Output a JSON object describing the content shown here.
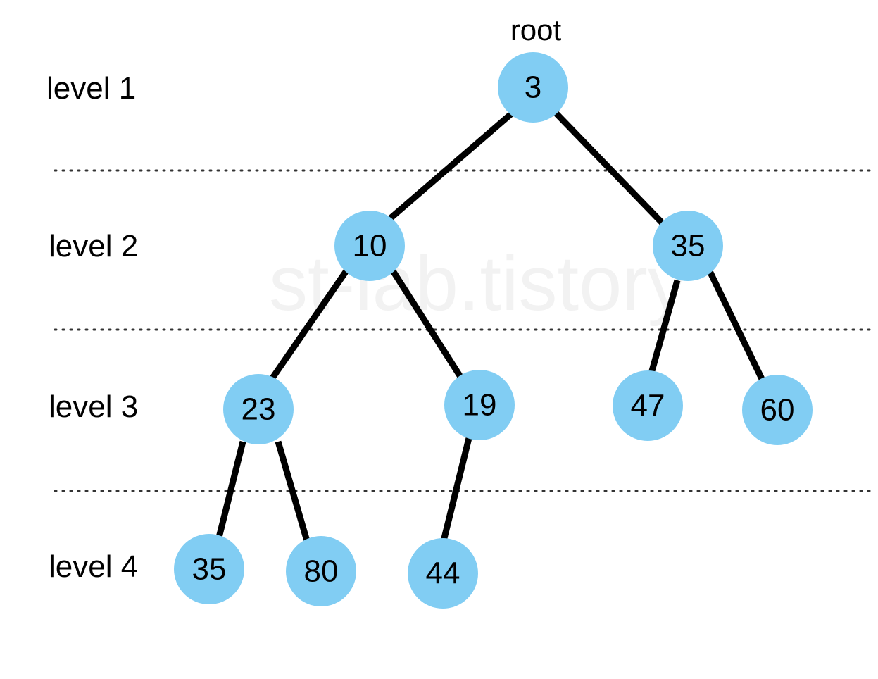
{
  "root_label": "root",
  "watermark": "st-lab.tistory",
  "colors": {
    "node_fill": "#81cdf3",
    "edge": "#000000",
    "divider": "#333333",
    "watermark": "#f2f2f2"
  },
  "levels": [
    {
      "label": "level 1"
    },
    {
      "label": "level 2"
    },
    {
      "label": "level 3"
    },
    {
      "label": "level 4"
    }
  ],
  "nodes": [
    {
      "id": "n1",
      "value": "3",
      "level": 1
    },
    {
      "id": "n2",
      "value": "10",
      "level": 2
    },
    {
      "id": "n3",
      "value": "35",
      "level": 2
    },
    {
      "id": "n4",
      "value": "23",
      "level": 3
    },
    {
      "id": "n5",
      "value": "19",
      "level": 3
    },
    {
      "id": "n6",
      "value": "47",
      "level": 3
    },
    {
      "id": "n7",
      "value": "60",
      "level": 3
    },
    {
      "id": "n8",
      "value": "35",
      "level": 4
    },
    {
      "id": "n9",
      "value": "80",
      "level": 4
    },
    {
      "id": "n10",
      "value": "44",
      "level": 4
    }
  ],
  "edges": [
    {
      "from": "n1",
      "to": "n2"
    },
    {
      "from": "n1",
      "to": "n3"
    },
    {
      "from": "n2",
      "to": "n4"
    },
    {
      "from": "n2",
      "to": "n5"
    },
    {
      "from": "n3",
      "to": "n6"
    },
    {
      "from": "n3",
      "to": "n7"
    },
    {
      "from": "n4",
      "to": "n8"
    },
    {
      "from": "n4",
      "to": "n9"
    },
    {
      "from": "n5",
      "to": "n10"
    }
  ]
}
